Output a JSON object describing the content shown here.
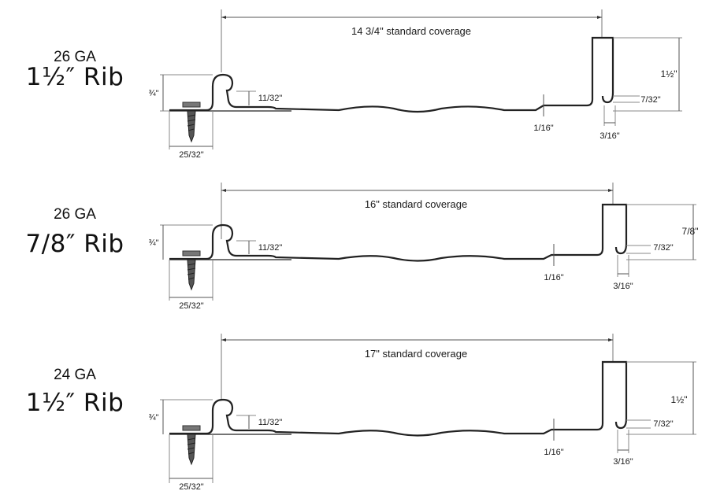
{
  "panels": [
    {
      "gauge": "26 GA",
      "rib": "1½″ Rib",
      "coverage": "14 3/4\" standard coverage",
      "rib_height": "1½\"",
      "lap_height": "¾\"",
      "hook_small": "11/32\"",
      "fastener_width": "25/32\"",
      "groove": "1/16\"",
      "hook_gap": "7/32\"",
      "rib_gap": "3/16\""
    },
    {
      "gauge": "26 GA",
      "rib": "7/8″ Rib",
      "coverage": "16\" standard coverage",
      "rib_height": "7/8\"",
      "lap_height": "¾\"",
      "hook_small": "11/32\"",
      "fastener_width": "25/32\"",
      "groove": "1/16\"",
      "hook_gap": "7/32\"",
      "rib_gap": "3/16\""
    },
    {
      "gauge": "24 GA",
      "rib": "1½″ Rib",
      "coverage": "17\" standard coverage",
      "rib_height": "1½\"",
      "lap_height": "¾\"",
      "hook_small": "11/32\"",
      "fastener_width": "25/32\"",
      "groove": "1/16\"",
      "hook_gap": "7/32\"",
      "rib_gap": "3/16\""
    }
  ]
}
